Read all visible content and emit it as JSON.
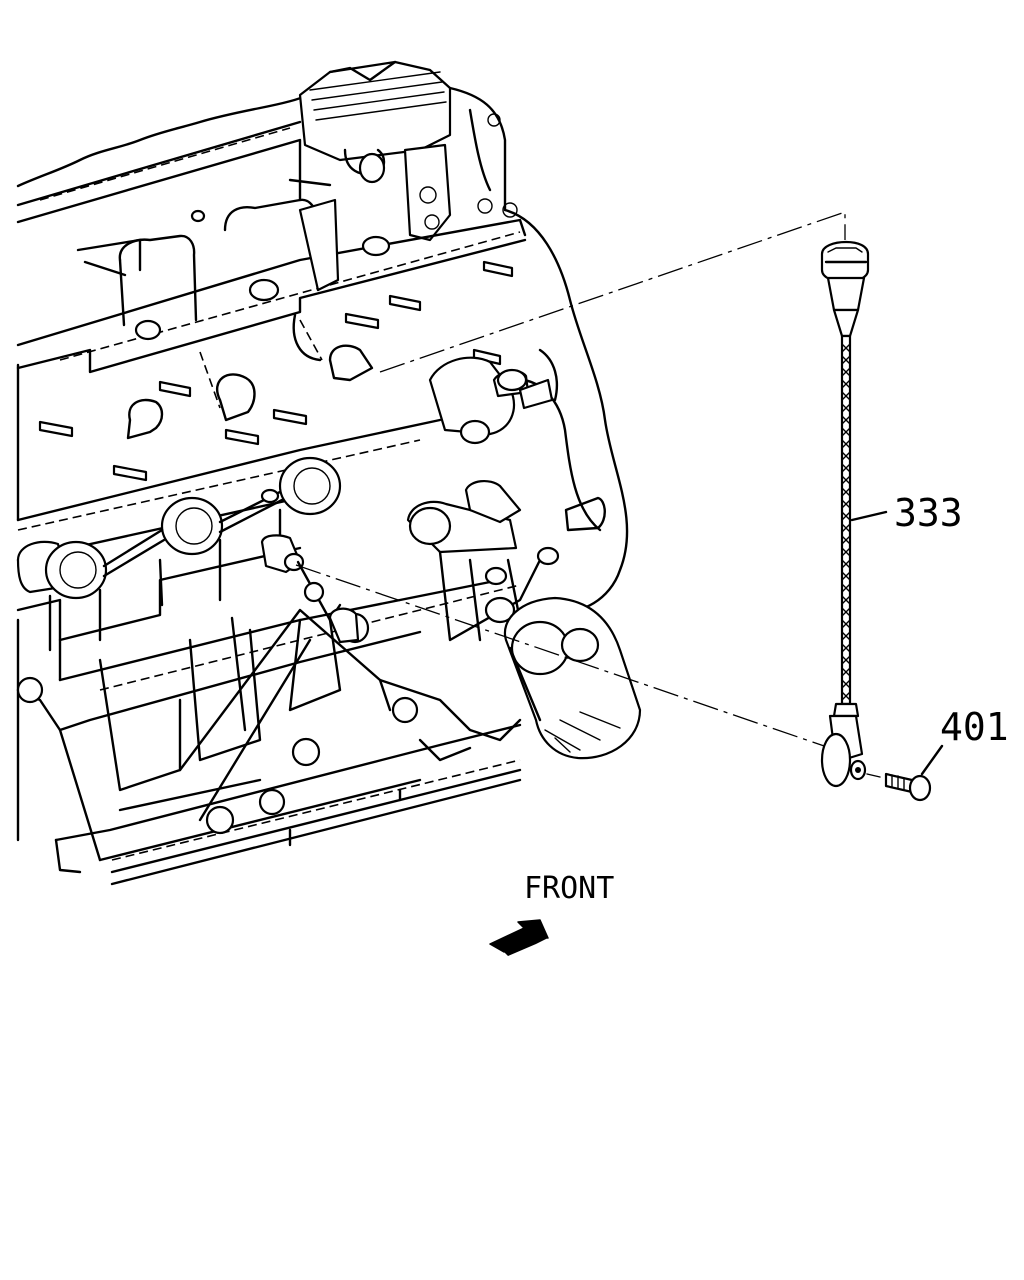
{
  "diagram": {
    "callouts": [
      {
        "id": "333",
        "text": "333"
      },
      {
        "id": "401",
        "text": "401"
      }
    ],
    "direction_label": "FRONT",
    "icons": [
      "engine-block-drawing",
      "knock-sensor-drawing",
      "bolt-drawing",
      "front-arrow-icon"
    ]
  }
}
